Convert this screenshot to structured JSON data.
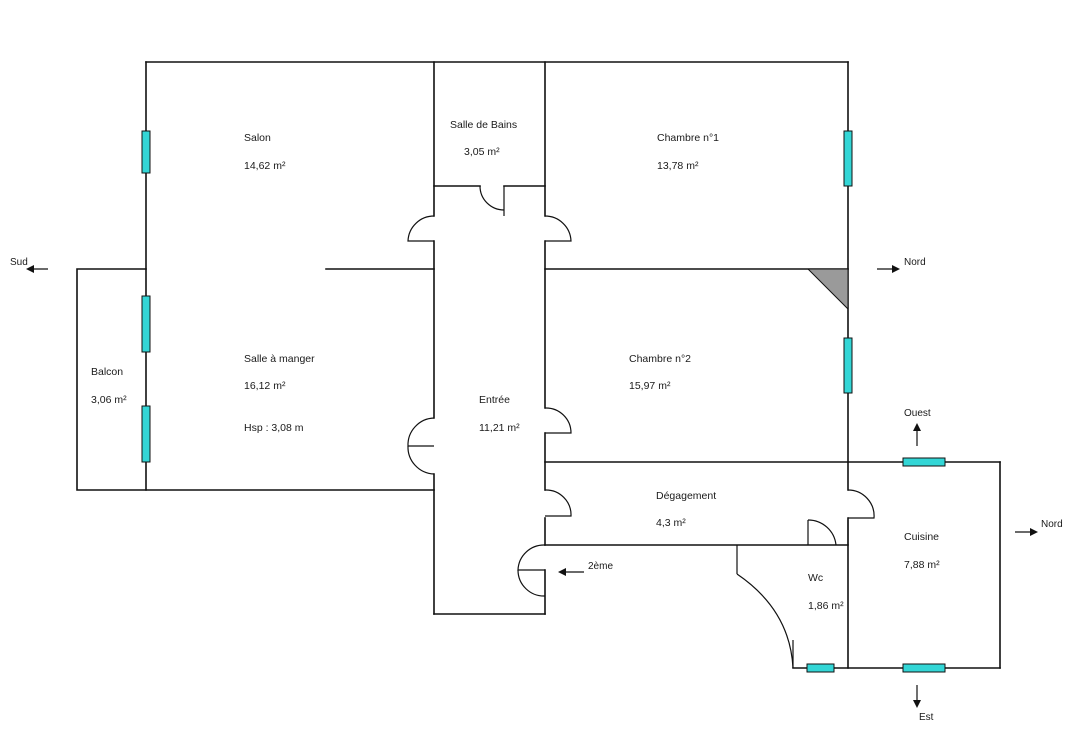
{
  "colors": {
    "window_fill": "#33d6d6",
    "wall": "#111111",
    "corner_fill": "#9a9a9a",
    "background": "#ffffff"
  },
  "rooms": {
    "salon": {
      "name": "Salon",
      "area": "14,62  m²"
    },
    "salle_de_bains": {
      "name": "Salle de Bains",
      "area": "3,05  m²"
    },
    "chambre1": {
      "name": "Chambre n°1",
      "area": "13,78  m²"
    },
    "chambre2": {
      "name": "Chambre n°2",
      "area": "15,97  m²"
    },
    "salle_a_manger": {
      "name": "Salle à manger",
      "area": "16,12  m²",
      "hsp": "Hsp : 3,08 m"
    },
    "balcon": {
      "name": "Balcon",
      "area": "3,06  m²"
    },
    "entree": {
      "name": "Entrée",
      "area": "11,21  m²"
    },
    "degagement": {
      "name": "Dégagement",
      "area": "4,3  m²"
    },
    "wc": {
      "name": "Wc",
      "area": "1,86  m²"
    },
    "cuisine": {
      "name": "Cuisine",
      "area": "7,88  m²"
    }
  },
  "compass": {
    "sud": "Sud",
    "nord_top": "Nord",
    "nord_bottom": "Nord",
    "ouest": "Ouest",
    "est": "Est",
    "deuxieme": "2ème"
  }
}
